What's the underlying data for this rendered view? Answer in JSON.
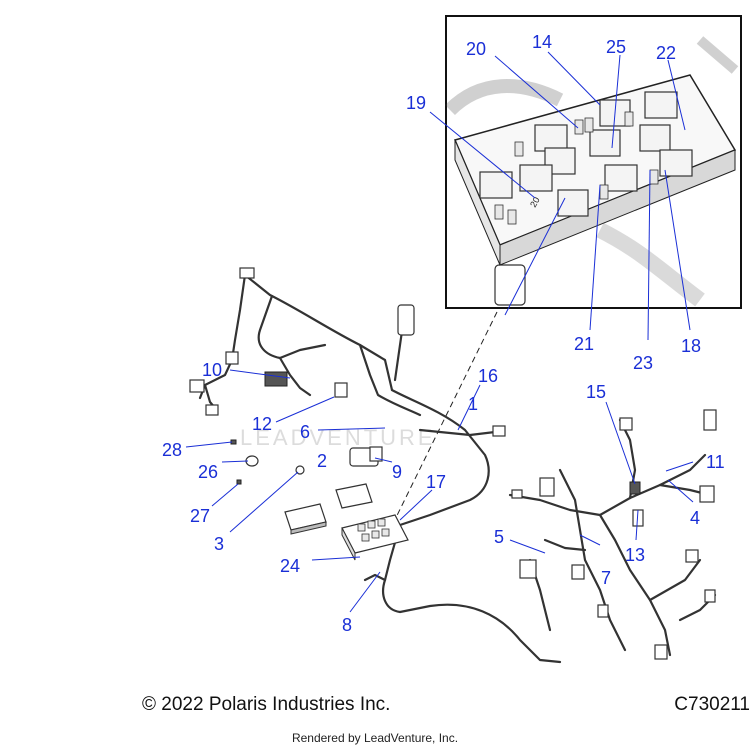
{
  "callouts": {
    "c1": "1",
    "c2": "2",
    "c3": "3",
    "c4": "4",
    "c5": "5",
    "c6": "6",
    "c7": "7",
    "c8": "8",
    "c9": "9",
    "c10": "10",
    "c11": "11",
    "c12": "12",
    "c13": "13",
    "c14": "14",
    "c15": "15",
    "c16": "16",
    "c17": "17",
    "c18": "18",
    "c19": "19",
    "c20": "20",
    "c21": "21",
    "c22": "22",
    "c23": "23",
    "c24": "24",
    "c25": "25",
    "c26": "26",
    "c27": "27",
    "c28": "28"
  },
  "fusebox_labels": {
    "relay_label": "20"
  },
  "watermark": "LEADVENTURE",
  "footer": {
    "copyright": "© 2022 Polaris Industries Inc.",
    "part_code": "C730211",
    "rendered_by": "Rendered by LeadVenture, Inc."
  },
  "colors": {
    "callout": "#1a2fd6",
    "line": "#333333"
  }
}
